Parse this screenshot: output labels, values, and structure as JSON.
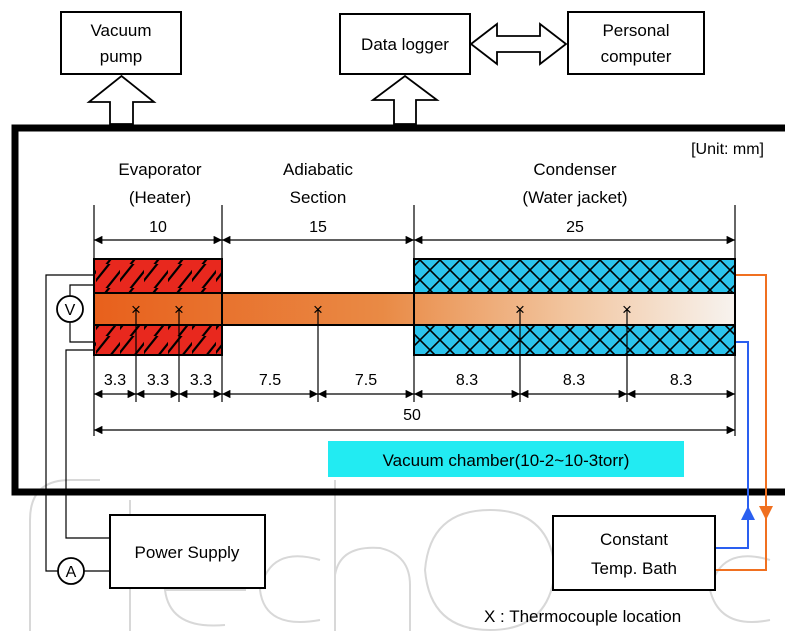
{
  "boxes": {
    "vacuum_pump": [
      "Vacuum",
      "pump"
    ],
    "data_logger": "Data logger",
    "personal_computer": [
      "Personal",
      "computer"
    ],
    "power_supply": "Power Supply",
    "bath": [
      "Constant",
      "Temp. Bath"
    ]
  },
  "unit_note": "[Unit: mm]",
  "sections": {
    "evaporator": [
      "Evaporator",
      "(Heater)"
    ],
    "adiabatic": [
      "Adiabatic",
      "Section"
    ],
    "condenser": [
      "Condenser",
      "(Water jacket)"
    ]
  },
  "dimensions": {
    "evaporator_length": "10",
    "adiabatic_length": "15",
    "condenser_length": "25",
    "evap_spacings": [
      "3.3",
      "3.3",
      "3.3"
    ],
    "adiabatic_spacings": [
      "7.5",
      "7.5"
    ],
    "condenser_spacings": [
      "8.3",
      "8.3",
      "8.3"
    ],
    "total_length": "50"
  },
  "chamber_label": "Vacuum chamber(10-2~10-3torr)",
  "meters": {
    "voltmeter": "V",
    "ammeter": "A"
  },
  "thermocouple_mark": "×",
  "legend": "X : Thermocouple location",
  "colors": {
    "heater": "#e8281e",
    "condenser": "#2cc3ec",
    "chamber_label_bg": "#22ebf2",
    "hot_water_line": "#f07020",
    "cold_water_line": "#2a5ff0",
    "pipe_hot": "#e8601c",
    "pipe_cold": "#f7f3ef"
  }
}
